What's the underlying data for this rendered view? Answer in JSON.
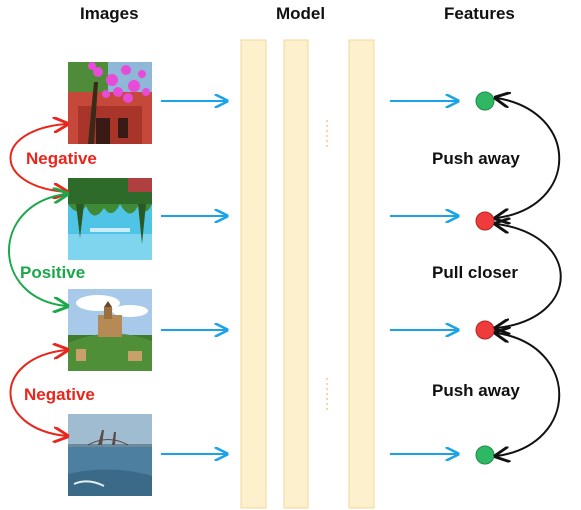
{
  "headers": {
    "images": "Images",
    "model": "Model",
    "features": "Features"
  },
  "relations": {
    "left": [
      {
        "label": "Negative",
        "color": "#e8261c"
      },
      {
        "label": "Positive",
        "color": "#1aa84a"
      },
      {
        "label": "Negative",
        "color": "#e8261c"
      }
    ],
    "right": [
      {
        "label": "Push away"
      },
      {
        "label": "Pull closer"
      },
      {
        "label": "Push away"
      }
    ]
  },
  "feature_points": [
    {
      "color": "#2eb864"
    },
    {
      "color": "#ee3b3b"
    },
    {
      "color": "#ee3b3b"
    },
    {
      "color": "#2eb864"
    }
  ],
  "images": [
    {
      "subject": "red-temple-with-magenta-spots"
    },
    {
      "subject": "upside-down-trees-and-sky-with-watermark-text"
    },
    {
      "subject": "castle-on-green-hill"
    },
    {
      "subject": "sea-and-bridge-landscape"
    }
  ],
  "colors": {
    "arrow": "#1aa3e8",
    "model_bar": "#fdf0cc",
    "model_bar_border": "#f3d89a",
    "curve": "#111111"
  }
}
